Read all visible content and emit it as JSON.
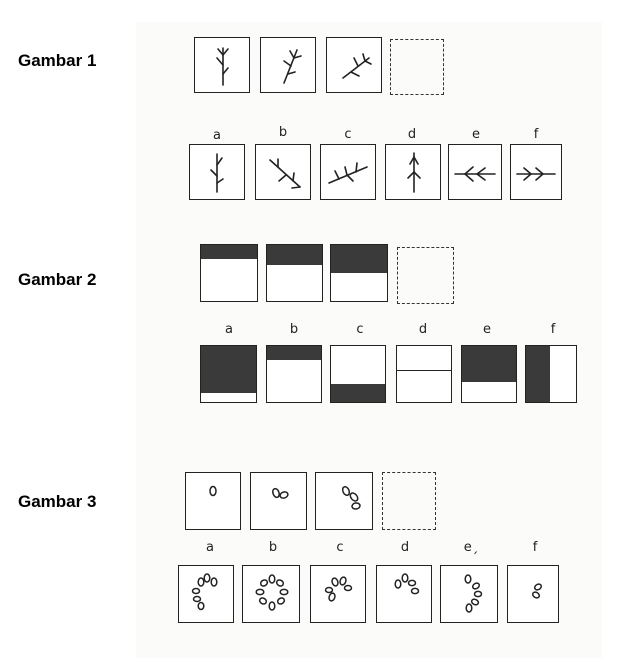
{
  "sections": [
    {
      "title": "Gambar 1",
      "options": [
        "a",
        "b",
        "c",
        "d",
        "e",
        "f"
      ]
    },
    {
      "title": "Gambar 2",
      "options": [
        "a",
        "b",
        "c",
        "d",
        "e",
        "f"
      ]
    },
    {
      "title": "Gambar 3",
      "options": [
        "a",
        "b",
        "c",
        "d",
        "eˏ",
        "f"
      ]
    }
  ],
  "icons": {
    "g1": [
      "branch-icon",
      "branch-icon",
      "branch-icon"
    ],
    "g3": [
      "ovals-icon",
      "ovals-icon",
      "ovals-icon"
    ]
  }
}
